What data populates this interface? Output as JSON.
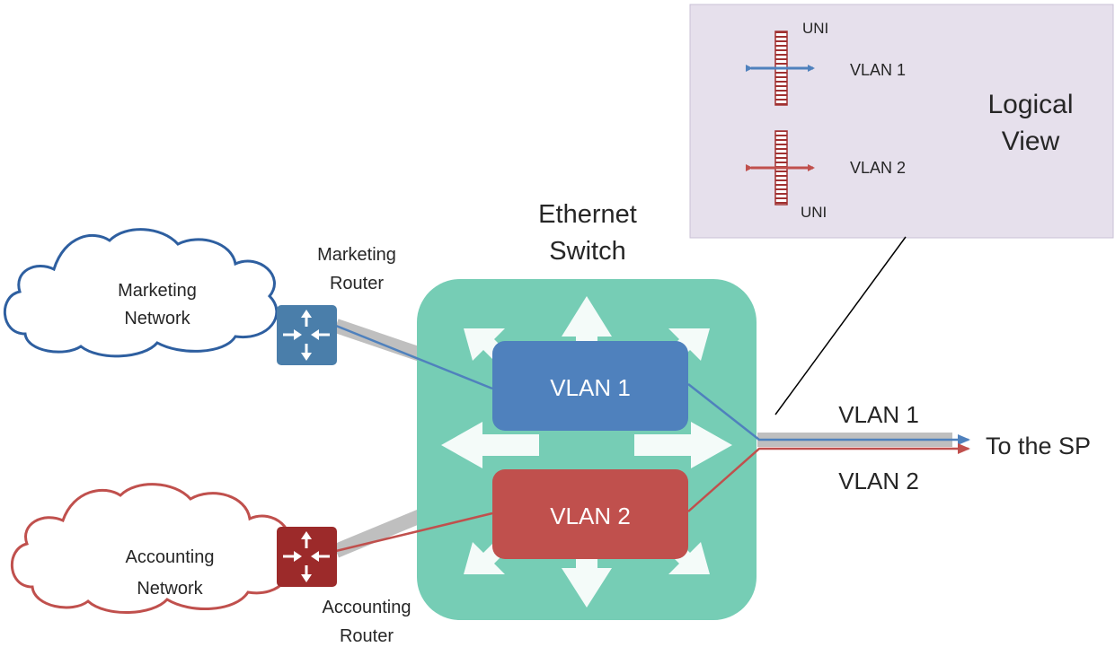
{
  "logical_view": {
    "title_line1": "Logical",
    "title_line2": "View",
    "uni_top": "UNI",
    "uni_bottom": "UNI",
    "vlan1": "VLAN 1",
    "vlan2": "VLAN 2"
  },
  "switch": {
    "title_line1": "Ethernet",
    "title_line2": "Switch",
    "vlan1": "VLAN 1",
    "vlan2": "VLAN 2"
  },
  "marketing": {
    "network_line1": "Marketing",
    "network_line2": "Network",
    "router_line1": "Marketing",
    "router_line2": "Router"
  },
  "accounting": {
    "network_line1": "Accounting",
    "network_line2": "Network",
    "router_line1": "Accounting",
    "router_line2": "Router"
  },
  "uplink": {
    "vlan1": "VLAN 1",
    "vlan2": "VLAN 2",
    "destination": "To the SP"
  },
  "colors": {
    "vlan1": "#4f81bd",
    "vlan2": "#c0504d",
    "switch": "#76cdb5",
    "logical_panel": "#e6e0ec",
    "marketing_router": "#4a7eaa",
    "accounting_router": "#9c2a2a",
    "marketing_cloud": "#2e5fa0",
    "accounting_cloud": "#c0504d"
  }
}
